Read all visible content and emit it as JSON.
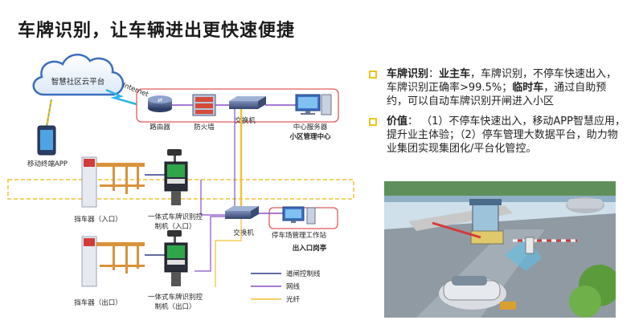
{
  "title": "车牌识别，让车辆进出更快速便捷",
  "diagram": {
    "cloud": "智慧社区云平台",
    "internet": "Internet",
    "mobile": "移动终端APP",
    "router": "路由器",
    "firewall": "防火墙",
    "switch_top": "交换机",
    "server": "中心服务器",
    "server_sub": "小区管理中心",
    "switch_bottom": "交换机",
    "workstation": "停车场管理工作站",
    "workstation_sub": "出入口岗亭",
    "barrier_in": "挡车器（入口）",
    "barrier_out": "挡车器（出口）",
    "lpr_in_1": "一体式车牌识别控",
    "lpr_in_2": "制机（入口）",
    "lpr_out_1": "一体式车牌识别控",
    "lpr_out_2": "制机（出口）",
    "legend": [
      {
        "label": "道闸控制线",
        "color": "#2e3a8c"
      },
      {
        "label": "网线",
        "color": "#8a4fc9"
      },
      {
        "label": "光纤",
        "color": "#f2c230"
      }
    ]
  },
  "bullets": {
    "b1_head": "车牌识别",
    "b1_sep": "：",
    "b1_owner": "业主车",
    "b1_text1": "，车牌识别，不停车快速出入，车牌识别正确率>99.5%；",
    "b1_temp": "临时车",
    "b1_text2": "，通过自助预约，可以自动车牌识别开闸进入小区",
    "b2_head": "价值",
    "b2_text": "：  （1）不停车快速出入，移动APP智慧应用，提升业主体验；（2）停车管理大数据平台，助力物业集团实现集团化/平台化管控。"
  },
  "colors": {
    "highlight_box": "#e05a5a",
    "network_line": "#8a4fc9",
    "fiber_line": "#f2c230",
    "control_line": "#2e3a8c",
    "bullet": "#f0c419"
  }
}
